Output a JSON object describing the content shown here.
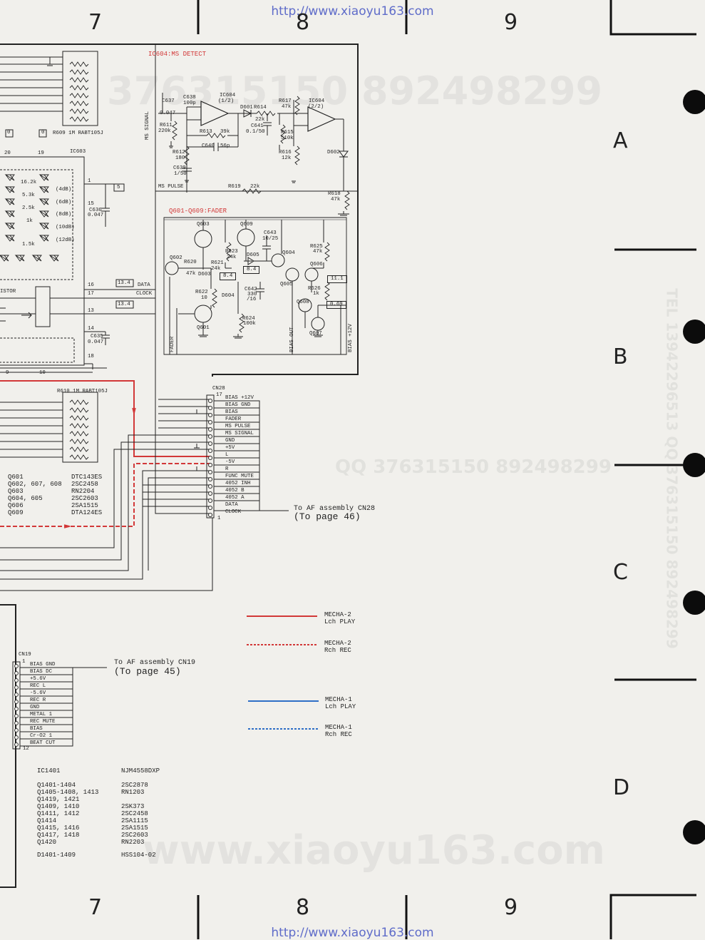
{
  "watermarks": {
    "url_top": "http://www.xiaoyu163.com",
    "url_bottom": "http://www.xiaoyu163.com",
    "qq_top": "376315150 892498299",
    "qq_mid": "QQ 376315150 892498299",
    "qq_vertical": "TEL 13942296513 QQ 376315150 892498299",
    "site_big": "www.xiaoyu163.com"
  },
  "grid": {
    "columns": [
      "7",
      "8",
      "9"
    ],
    "rows": [
      "A",
      "B",
      "C",
      "D"
    ]
  },
  "blocks": {
    "ms_detect": "IC604:MS DETECT",
    "fader": "Q601-Q609:FADER"
  },
  "connectors": {
    "cn28": {
      "name": "CN28",
      "pin_first": "17",
      "pin_last": "1",
      "pins": [
        "BIAS +12V",
        "BIAS GND",
        "BIAS",
        "FADER",
        "MS PULSE",
        "MS SIGNAL",
        "GND",
        "+5V",
        "L",
        "-5V",
        "R",
        "FUNC MUTE",
        "4052 INH",
        "4052 B",
        "4052 A",
        "DATA",
        "CLOCK"
      ],
      "dest_line1": "To AF assembly CN28",
      "dest_line2": "(To page 46)"
    },
    "cn19": {
      "name": "CN19",
      "pin_first": "1",
      "pin_last": "12",
      "pins": [
        "BIAS GND",
        "BIAS DC",
        "+5.6V",
        "REC L",
        "-5.6V",
        "REC R",
        "GND",
        "METAL 1",
        "REC MUTE",
        "BIAS",
        "Cr-O2 1",
        "BEAT CUT"
      ],
      "dest_line1": "To AF assembly CN19",
      "dest_line2": "(To page 45)"
    }
  },
  "legend": [
    {
      "name": "MECHA-2",
      "desc": "Lch PLAY",
      "color": "#d23838",
      "style": "solid"
    },
    {
      "name": "MECHA-2",
      "desc": "Rch REC",
      "color": "#d23838",
      "style": "dashed"
    },
    {
      "name": "MECHA-1",
      "desc": "Lch PLAY",
      "color": "#2e6fc6",
      "style": "solid"
    },
    {
      "name": "MECHA-1",
      "desc": "Rch REC",
      "color": "#2e6fc6",
      "style": "dashed"
    }
  ],
  "parts_fader": [
    {
      "ref": "Q601",
      "part": "DTC143ES"
    },
    {
      "ref": "Q602, 607, 608",
      "part": "2SC2458"
    },
    {
      "ref": "Q603",
      "part": "RN2204"
    },
    {
      "ref": "Q604, 605",
      "part": "2SC2603"
    },
    {
      "ref": "Q606",
      "part": "2SA1515"
    },
    {
      "ref": "Q609",
      "part": "DTA124ES"
    }
  ],
  "parts_main": [
    {
      "ref": "IC1401",
      "part": "NJM4558DXP"
    },
    {
      "ref": "Q1401-1404",
      "part": "2SC2878"
    },
    {
      "ref": "Q1405-1408, 1413",
      "part": "RN1203"
    },
    {
      "ref": "Q1419, 1421",
      "part": ""
    },
    {
      "ref": "Q1409, 1410",
      "part": "2SK373"
    },
    {
      "ref": "Q1411, 1412",
      "part": "2SC2458"
    },
    {
      "ref": "Q1414",
      "part": "2SA1115"
    },
    {
      "ref": "Q1415, 1416",
      "part": "2SA1515"
    },
    {
      "ref": "Q1417, 1418",
      "part": "2SC2603"
    },
    {
      "ref": "Q1420",
      "part": "RN2203"
    },
    {
      "ref": "D1401-1409",
      "part": "HSS104-02"
    }
  ],
  "ms_labels": {
    "c637": "C637",
    "c637v": "0.047",
    "c638": "C638",
    "c638v": "100p",
    "ic604a": "IC604",
    "ic604a_v": "(1/2)",
    "d601": "D601",
    "r614": "R614",
    "r614v": "22k",
    "r617": "R617",
    "r617v": "47k",
    "ic604b": "IC604",
    "ic604b_v": "(2/2)",
    "r611": "R611",
    "r611v": "220k",
    "r613": "R613",
    "r613v": "39k",
    "c641": "C641",
    "c641v": "0.1/50",
    "r615": "R615",
    "r615v": "510k",
    "c640": "C640",
    "c640v": "56p",
    "r612": "R612",
    "r612v": "180",
    "r616": "R616",
    "r616v": "12k",
    "d602": "D602",
    "c639": "C639",
    "c639v": "1/50",
    "ms_signal": "MS SIGNAL",
    "ms_pulse": "MS PULSE",
    "r619": "R619",
    "r619v": "22k",
    "r618": "R618",
    "r618v": "47k"
  },
  "fader_labels": {
    "q603": "Q603",
    "q609": "Q609",
    "c643": "C643",
    "c643v": "10/25",
    "r623": "R623",
    "r623v": "24k",
    "d605": "D605",
    "q604": "Q604",
    "r625": "R625",
    "r625v": "47k",
    "q602": "Q602",
    "r620": "R620",
    "r620v": "47k",
    "r621": "R621",
    "r621v": "24k",
    "d603": "D603",
    "v84a": "8.4",
    "v84b": "8.4",
    "q606": "Q606",
    "v111": "11.1",
    "q605": "Q605",
    "r622": "R622",
    "r622v": "10",
    "d604": "D604",
    "c642": "C642",
    "c642v": "330",
    "c642v2": "/16",
    "r626": "R626",
    "r626v": "1k",
    "q608": "Q608",
    "v069": "0.69",
    "q601": "Q601",
    "r624": "R624",
    "r624v": "100k",
    "q607": "Q607",
    "fader": "FADER",
    "bias_out": "BIAS OUT",
    "bias_12": "BIAS +12V"
  },
  "ic603_labels": {
    "name": "IC603",
    "pin20": "20",
    "pin19": "19",
    "pin9": "9",
    "pin10": "10",
    "r609": "R609  1M RABT105J",
    "r610": "R610  1M RABT105J",
    "f16k": "16.2k",
    "f53k": "5.3k",
    "f25k": "2.5k",
    "f1k": "1k",
    "f15k": "1.5k",
    "db4": "(4dB)",
    "db6": "(6dB)",
    "db8": "(8dB)",
    "db10": "(10dB)",
    "db12": "(12dB)",
    "pin1": "1",
    "pin15": "15",
    "c636": "C636",
    "c636v": "0.047",
    "box5": "5",
    "pin16": "16",
    "pin17": "17",
    "pin13": "13",
    "data": "DATA",
    "clock": "CLOCK",
    "v134a": "13.4",
    "v134b": "13.4",
    "pin14": "14",
    "c635": "C635",
    "c635v": "0.047",
    "pin18": "18",
    "istor": "ISTOR",
    "box0a": "0",
    "box0b": "0"
  }
}
